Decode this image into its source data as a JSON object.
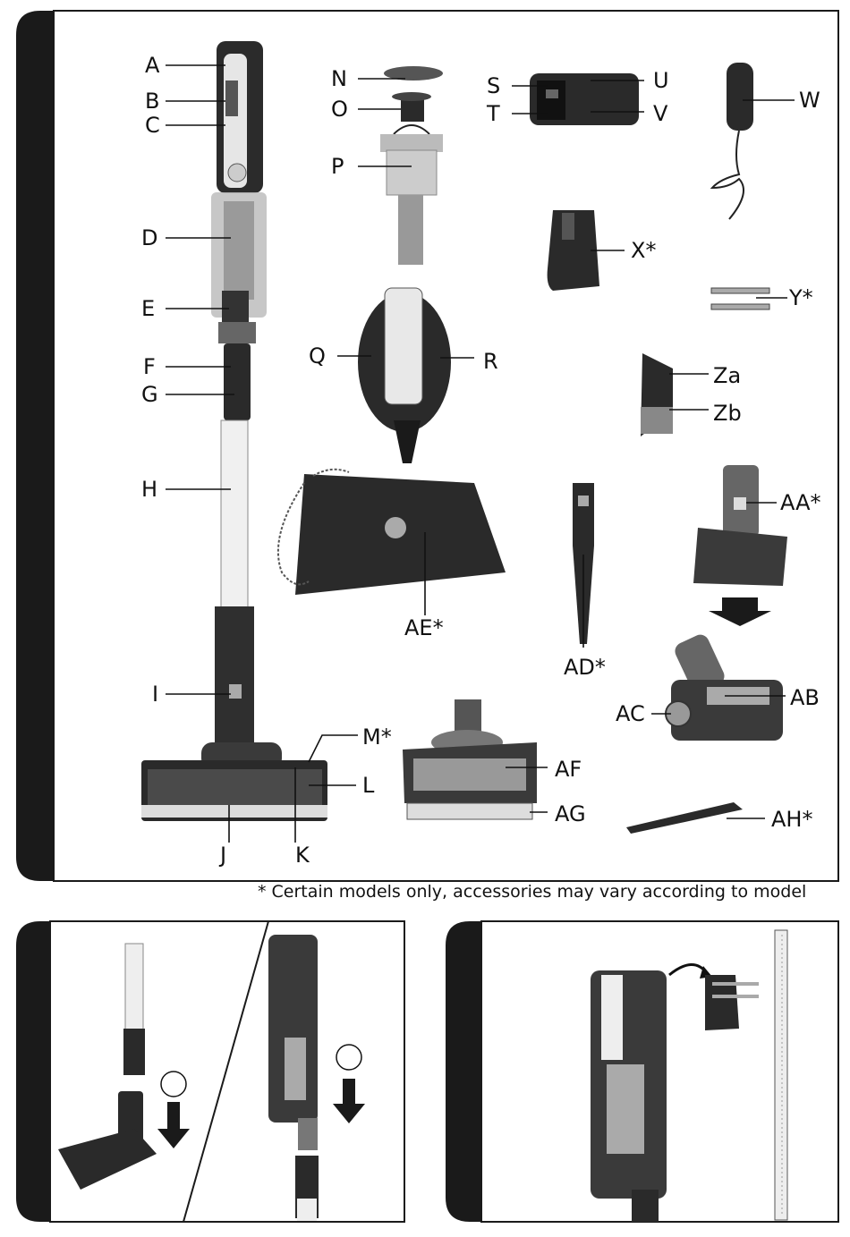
{
  "parts": {
    "labels": [
      "A",
      "B",
      "C",
      "D",
      "E",
      "F",
      "G",
      "H",
      "I",
      "J",
      "K",
      "L",
      "M*",
      "N",
      "O",
      "P",
      "Q",
      "R",
      "S",
      "T",
      "U",
      "V",
      "W",
      "X*",
      "Y*",
      "Za",
      "Zb",
      "AA*",
      "AB",
      "AC",
      "AD*",
      "AE*",
      "AF",
      "AG",
      "AH*"
    ]
  },
  "footnote": "* Certain models only, accessories may vary according to model"
}
